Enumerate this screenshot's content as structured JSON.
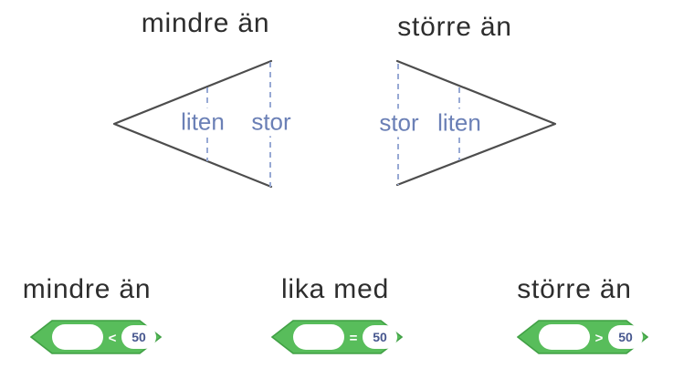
{
  "top_diagrams": {
    "less_than": {
      "title": "mindre än",
      "left_label": "liten",
      "right_label": "stor"
    },
    "greater_than": {
      "title": "större än",
      "left_label": "stor",
      "right_label": "liten"
    }
  },
  "blocks": [
    {
      "title": "mindre än",
      "operator": "<",
      "value": "50"
    },
    {
      "title": "lika med",
      "operator": "=",
      "value": "50"
    },
    {
      "title": "större än",
      "operator": ">",
      "value": "50"
    }
  ],
  "colors": {
    "background": "#FFFFFF",
    "triangle_stroke": "#4D4D4D",
    "dashed_line": "#97A9D4",
    "dim_label_text": "#6B80B6",
    "title_text": "#2D2D2D",
    "block_green_fill": "#58BD5B",
    "block_green_border": "#41A045",
    "slot_fill": "#FFFFFF",
    "value_text": "#47578F",
    "operator_text": "#FFFFFF"
  }
}
